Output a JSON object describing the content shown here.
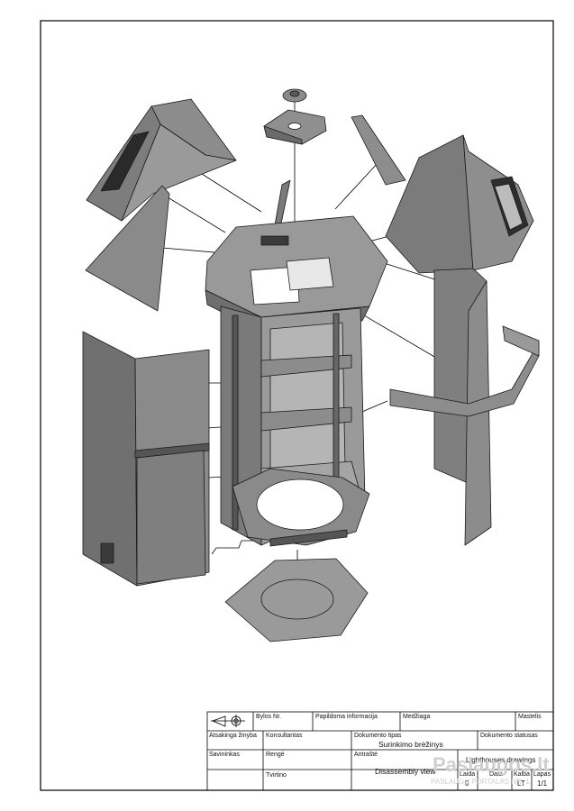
{
  "title_block": {
    "bylos_nr": "Bylos Nr.",
    "papildoma_informacija": "Papildoma informacija",
    "medziaga": "Medžiaga",
    "mastelis": "Mastelis",
    "atsakinga_zinyba": "Atsakinga žinyba",
    "konsultantas": "Konsultantas",
    "dokumento_tipas_label": "Dokumento tipas",
    "dokumento_tipas_value": "Surinkimo brėžinys",
    "dokumento_statusas": "Dokumento statusas",
    "savininkas": "Savininkas",
    "rengė": "Rengė",
    "antraste_label": "Antraštė",
    "antraste_value": "Lighthouses drawings",
    "subtitle": "Disassembly view",
    "tvirtino": "Tvirtino",
    "laida_label": "Laida",
    "laida_value": "0",
    "data_label": "Data",
    "kalba_label": "Kalba",
    "kalba_value": "LT",
    "lapas_label": "Lapas",
    "lapas_value": "1/1"
  },
  "watermark": {
    "line1": "Paslaugos.lt",
    "line2": "PASLAUGŲ PORTALAS NR. 1"
  }
}
